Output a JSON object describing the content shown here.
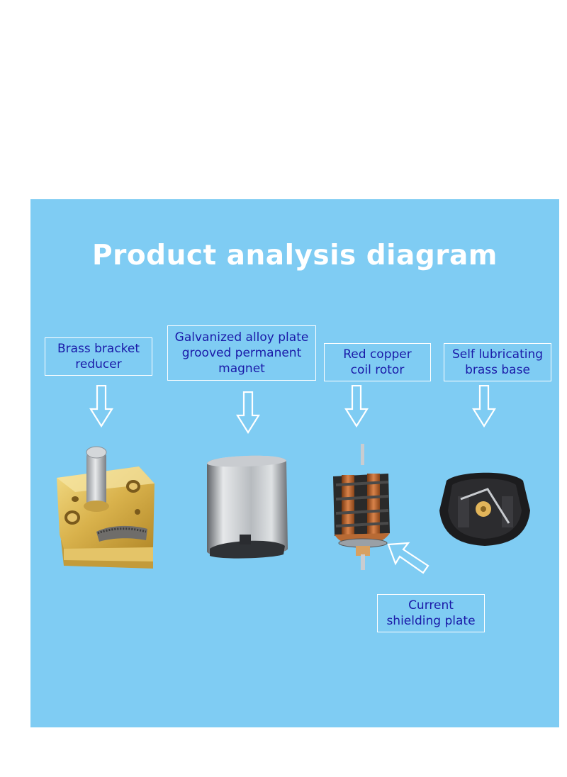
{
  "title": "Product analysis diagram",
  "labels": {
    "brass_bracket": [
      "Brass bracket",
      "reducer"
    ],
    "galvanized": [
      "Galvanized alloy plate",
      "grooved permanent",
      "magnet"
    ],
    "red_copper": [
      "Red copper",
      "coil rotor"
    ],
    "self_lub": [
      "Self lubricating",
      "brass base"
    ],
    "current": [
      "Current",
      "shielding plate"
    ]
  },
  "colors": {
    "panel_bg": "#7fccf3",
    "title_text": "#ffffff",
    "label_text": "#1a1aa8",
    "label_border": "#ffffff"
  },
  "icons": [
    "down-arrow-icon",
    "up-left-arrow-icon"
  ]
}
